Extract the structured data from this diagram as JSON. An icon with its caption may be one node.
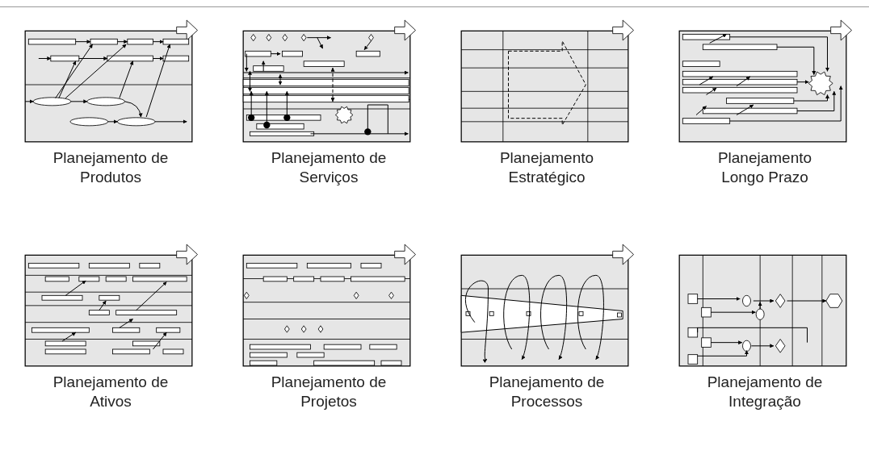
{
  "diagram": {
    "nodes": [
      {
        "text": [
          "Planejamento de Produtos"
        ]
      },
      {
        "text": [
          "Planejamento de Serviços"
        ]
      },
      {
        "text": [
          "Planejamento Estratégico"
        ]
      },
      {
        "text": [
          "Planejamento Longo Prazo"
        ]
      },
      {
        "text": [
          "Planejamento de Ativos"
        ]
      },
      {
        "text": [
          "Planejamento de Projetos"
        ]
      },
      {
        "text": [
          "Planejamento de Processos"
        ]
      },
      {
        "text": [
          "Planejamento de Integração"
        ]
      }
    ]
  }
}
